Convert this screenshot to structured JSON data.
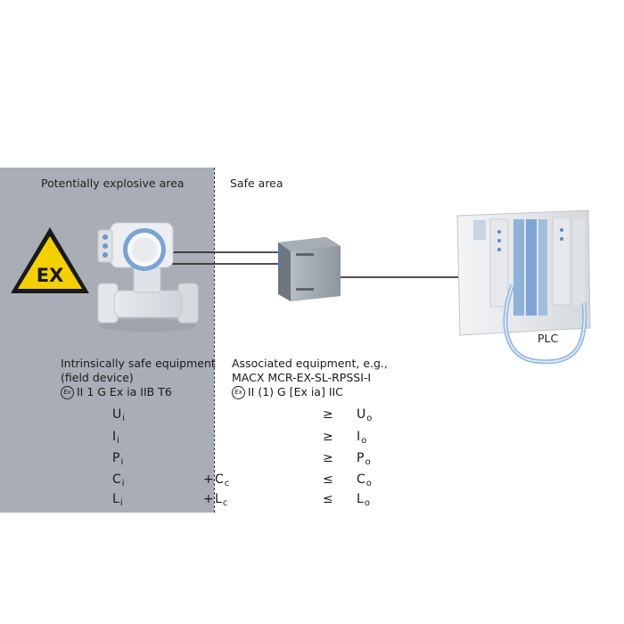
{
  "zones": {
    "hazardous_label": "Potentially explosive area",
    "safe_label": "Safe area"
  },
  "warning_sign": {
    "text": "EX",
    "colors": {
      "fill": "#f5d000",
      "border": "#1a1a1a"
    }
  },
  "field_device": {
    "lines": [
      "Intrinsically safe equipment",
      "(field device)"
    ],
    "marking": "II 1 G Ex ia IIB T6"
  },
  "associated_equipment": {
    "lines": [
      "Associated equipment, e.g.,",
      "MACX MCR-EX-SL-RPSSI-I"
    ],
    "marking": "II (1) G [Ex ia] IIC"
  },
  "ex_mark_text": "Ex",
  "plc_label": "PLC",
  "conditions": [
    {
      "left": "U",
      "left_sub": "i",
      "plus": "",
      "cable": "",
      "cable_sub": "",
      "op": "≥",
      "right": "U",
      "right_sub": "o"
    },
    {
      "left": "I",
      "left_sub": "i",
      "plus": "",
      "cable": "",
      "cable_sub": "",
      "op": "≥",
      "right": "I",
      "right_sub": "o"
    },
    {
      "left": "P",
      "left_sub": "i",
      "plus": "",
      "cable": "",
      "cable_sub": "",
      "op": "≥",
      "right": "P",
      "right_sub": "o"
    },
    {
      "left": "C",
      "left_sub": "i",
      "plus": "+",
      "cable": "C",
      "cable_sub": "c",
      "op": "≤",
      "right": "C",
      "right_sub": "o"
    },
    {
      "left": "L",
      "left_sub": "i",
      "plus": "+",
      "cable": "L",
      "cable_sub": "c",
      "op": "≤",
      "right": "L",
      "right_sub": "o"
    }
  ]
}
